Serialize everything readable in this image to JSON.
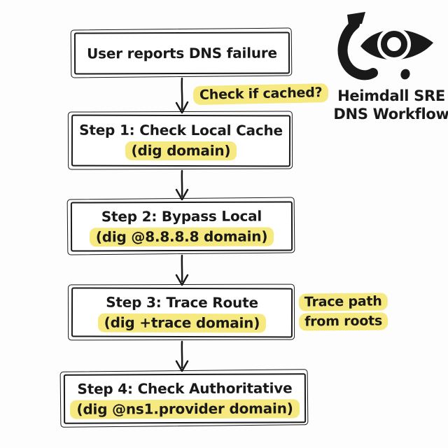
{
  "colors": {
    "background": "#fdfdfd",
    "ink": "#191919",
    "box_fill": "#ffffff",
    "highlight": "#f6e97f"
  },
  "flowchart": {
    "start": {
      "title": "User reports DNS failure"
    },
    "steps": [
      {
        "label": "Step 1: Check Local Cache",
        "command": "(dig domain)"
      },
      {
        "label": "Step 2: Bypass Local",
        "command": "(dig @8.8.8.8 domain)"
      },
      {
        "label": "Step 3: Trace Route",
        "command": "(dig +trace domain)"
      },
      {
        "label": "Step 4: Check Authoritative",
        "command": "(dig @ns1.provider domain)"
      }
    ],
    "annotations": {
      "cache_note": {
        "text": "Check if cached?"
      },
      "trace_note": {
        "line1": "Trace path",
        "line2": "from roots"
      }
    }
  },
  "branding": {
    "logo_icon": "horn-eye-logo",
    "title": "Heimdall SRE",
    "subtitle": "DNS Workflow"
  }
}
